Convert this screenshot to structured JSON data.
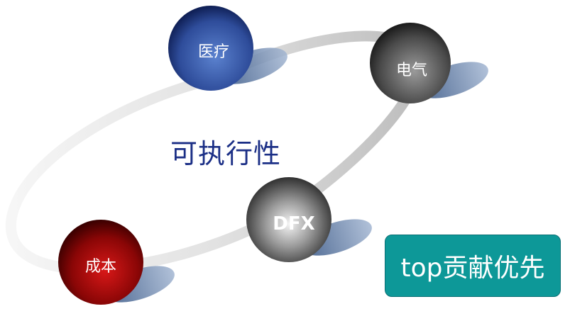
{
  "diagram": {
    "center_label": "可执行性",
    "callout_label": "top贡献优先",
    "nodes": [
      {
        "id": "medical",
        "label": "医疗",
        "color_dark": "#0f1f55",
        "color_light": "#5b82cf"
      },
      {
        "id": "electrical",
        "label": "电气",
        "color_dark": "#1c1c1c",
        "color_light": "#8a8a8a"
      },
      {
        "id": "dfx",
        "label": "DFX",
        "color_dark": "#1c1c1c",
        "color_light": "#f2f2f2"
      },
      {
        "id": "cost",
        "label": "成本",
        "color_dark": "#3a0000",
        "color_light": "#d01010"
      }
    ],
    "colors": {
      "title": "#1b2f86",
      "callout_fill": "#0d9898",
      "ring": "#d6d6d6",
      "shadow": "#4f6d98"
    }
  }
}
